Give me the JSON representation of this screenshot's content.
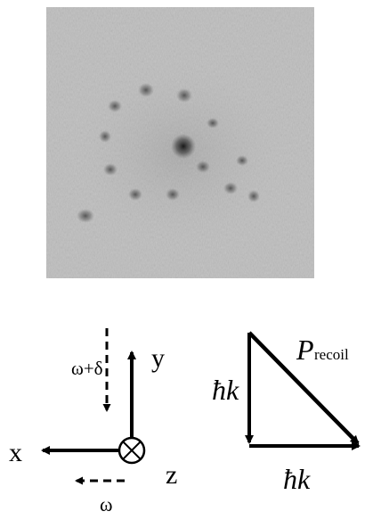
{
  "figure": {
    "absorption_image": {
      "alt": "absorption image of atom cloud with diffraction peaks"
    },
    "axes": {
      "x_label": "x",
      "y_label": "y",
      "z_label": "z",
      "beam_vertical_label": "ω+δ",
      "beam_horizontal_label": "ω"
    },
    "momentum": {
      "vertical_label": "ħk",
      "horizontal_label": "ħk",
      "recoil_symbol": "P",
      "recoil_subscript": "recoil"
    }
  }
}
